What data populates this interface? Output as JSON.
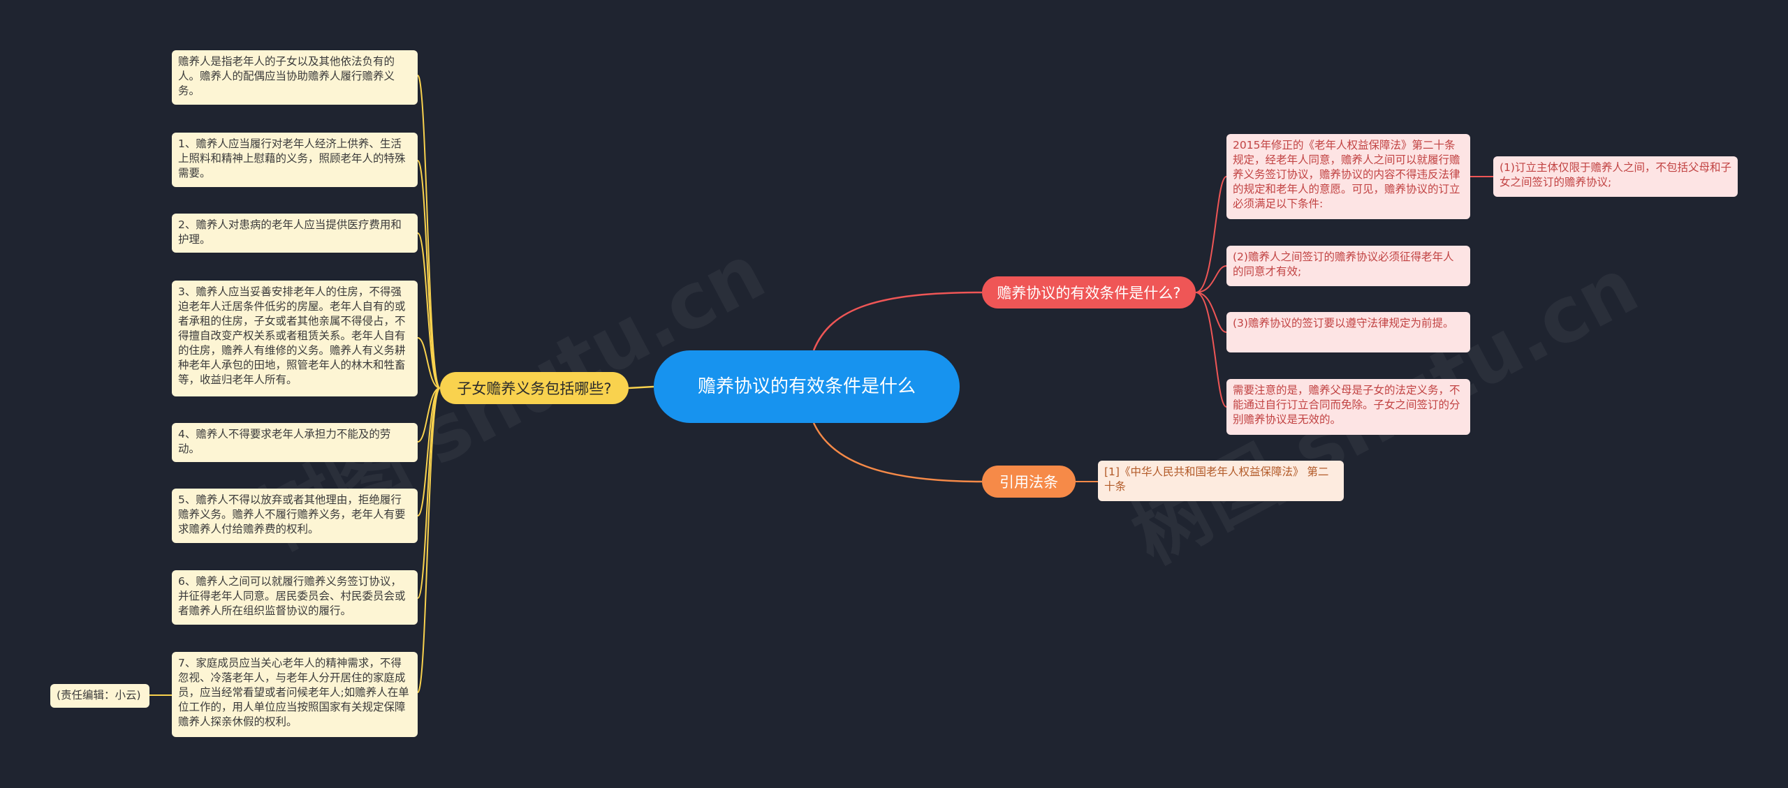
{
  "root": {
    "text": "赡养协议的有效条件是什么"
  },
  "left_branch": {
    "label": "子女赡养义务包括哪些?",
    "leaves": [
      "赡养人是指老年人的子女以及其他依法负有的人。赡养人的配偶应当协助赡养人履行赡养义务。",
      "1、赡养人应当履行对老年人经济上供养、生活上照料和精神上慰藉的义务，照顾老年人的特殊需要。",
      "2、赡养人对患病的老年人应当提供医疗费用和护理。",
      "3、赡养人应当妥善安排老年人的住房，不得强迫老年人迁居条件低劣的房屋。老年人自有的或者承租的住房，子女或者其他亲属不得侵占，不得擅自改变产权关系或者租赁关系。老年人自有的住房，赡养人有维修的义务。赡养人有义务耕种老年人承包的田地，照管老年人的林木和牲畜等，收益归老年人所有。",
      "4、赡养人不得要求老年人承担力不能及的劳动。",
      "5、赡养人不得以放弃或者其他理由，拒绝履行赡养义务。赡养人不履行赡养义务，老年人有要求赡养人付给赡养费的权利。",
      "6、赡养人之间可以就履行赡养义务签订协议，并征得老年人同意。居民委员会、村民委员会或者赡养人所在组织监督协议的履行。",
      "7、家庭成员应当关心老年人的精神需求，不得忽视、冷落老年人，与老年人分开居住的家庭成员，应当经常看望或者问候老年人;如赡养人在单位工作的，用人单位应当按照国家有关规定保障赡养人探亲休假的权利。"
    ],
    "editor_note": "(责任编辑：小云)"
  },
  "right_branch_1": {
    "label": "赡养协议的有效条件是什么?",
    "intro": "2015年修正的《老年人权益保障法》第二十条规定，经老年人同意，赡养人之间可以就履行赡养义务签订协议，赡养协议的内容不得违反法律的规定和老年人的意愿。可见，赡养协议的订立必须满足以下条件:",
    "condition_1": "(1)订立主体仅限于赡养人之间，不包括父母和子女之间签订的赡养协议;",
    "condition_2": "(2)赡养人之间签订的赡养协议必须征得老年人的同意才有效;",
    "condition_3": "(3)赡养协议的签订要以遵守法律规定为前提。",
    "note": "需要注意的是，赡养父母是子女的法定义务，不能通过自行订立合同而免除。子女之间签订的分别赡养协议是无效的。"
  },
  "right_branch_2": {
    "label": "引用法条",
    "leaf": "[1]《中华人民共和国老年人权益保障法》 第二十条"
  },
  "colors": {
    "background": "#1f2430",
    "root": "#1793ef",
    "left_branch": "#f9d24e",
    "right_branch_1": "#ef5656",
    "right_branch_2": "#f68a48"
  }
}
